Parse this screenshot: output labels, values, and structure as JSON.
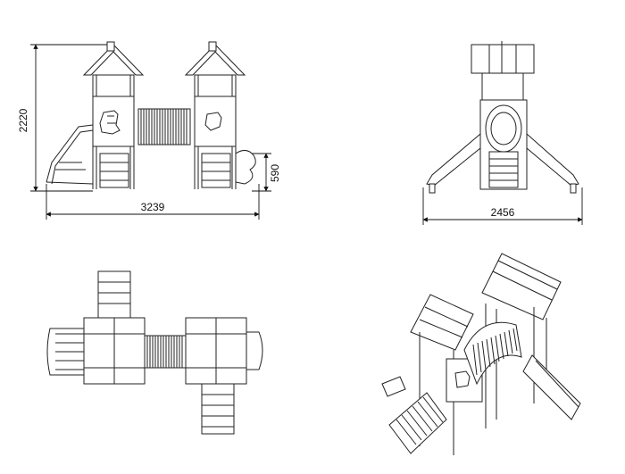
{
  "dimensions": {
    "height_total": "2220",
    "width_front": "3239",
    "platform_height": "590",
    "width_side": "2456"
  },
  "views": [
    "front-elevation",
    "side-elevation",
    "top-plan",
    "isometric"
  ]
}
